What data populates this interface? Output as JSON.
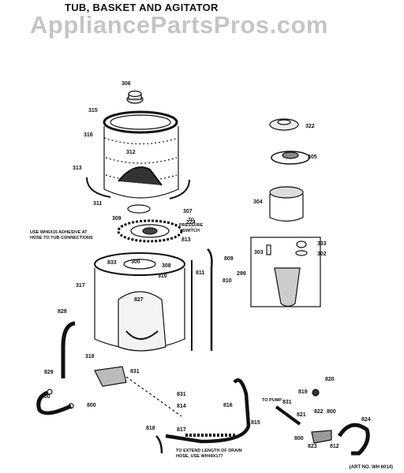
{
  "header": {
    "title": "TUB, BASKET AND AGITATOR",
    "watermark": "AppliancePartsPros.com"
  },
  "notes": {
    "adhesive": "USE WH6X15 ADHESIVE AT\nHOSE TO TUB CONNECTIONS",
    "pressure": "TO\nPRESSURE\nSWITCH",
    "pump": "TO PUMP",
    "extend": "TO EXTEND LENGTH OF DRAIN\nHOSE, USE WH49X177"
  },
  "footer": {
    "art_number": "(ART NO. WH 6014)"
  },
  "parts": [
    {
      "id": "306",
      "label": "306"
    },
    {
      "id": "315",
      "label": "315"
    },
    {
      "id": "316",
      "label": "316"
    },
    {
      "id": "312",
      "label": "312"
    },
    {
      "id": "313",
      "label": "313"
    },
    {
      "id": "311",
      "label": "311"
    },
    {
      "id": "309",
      "label": "309"
    },
    {
      "id": "307",
      "label": "307"
    },
    {
      "id": "224",
      "label": "224"
    },
    {
      "id": "813",
      "label": "813"
    },
    {
      "id": "833",
      "label": "833"
    },
    {
      "id": "300",
      "label": "300"
    },
    {
      "id": "308",
      "label": "308"
    },
    {
      "id": "310",
      "label": "310"
    },
    {
      "id": "811",
      "label": "811"
    },
    {
      "id": "809",
      "label": "809"
    },
    {
      "id": "810",
      "label": "810"
    },
    {
      "id": "317",
      "label": "317"
    },
    {
      "id": "827",
      "label": "827"
    },
    {
      "id": "828",
      "label": "828"
    },
    {
      "id": "318",
      "label": "318"
    },
    {
      "id": "829",
      "label": "829"
    },
    {
      "id": "831a",
      "label": "831"
    },
    {
      "id": "800a",
      "label": "800"
    },
    {
      "id": "800b",
      "label": "800"
    },
    {
      "id": "322",
      "label": "322"
    },
    {
      "id": "305",
      "label": "305"
    },
    {
      "id": "304",
      "label": "304"
    },
    {
      "id": "333",
      "label": "333"
    },
    {
      "id": "303",
      "label": "303"
    },
    {
      "id": "302",
      "label": "302"
    },
    {
      "id": "299",
      "label": "299"
    },
    {
      "id": "831b",
      "label": "831"
    },
    {
      "id": "814",
      "label": "814"
    },
    {
      "id": "816",
      "label": "816"
    },
    {
      "id": "817",
      "label": "817"
    },
    {
      "id": "815",
      "label": "815"
    },
    {
      "id": "818",
      "label": "818"
    },
    {
      "id": "820",
      "label": "820"
    },
    {
      "id": "819",
      "label": "819"
    },
    {
      "id": "831c",
      "label": "831"
    },
    {
      "id": "821",
      "label": "821"
    },
    {
      "id": "822",
      "label": "822"
    },
    {
      "id": "800c",
      "label": "800"
    },
    {
      "id": "824",
      "label": "824"
    },
    {
      "id": "800d",
      "label": "800"
    },
    {
      "id": "823",
      "label": "823"
    },
    {
      "id": "812",
      "label": "812"
    }
  ]
}
